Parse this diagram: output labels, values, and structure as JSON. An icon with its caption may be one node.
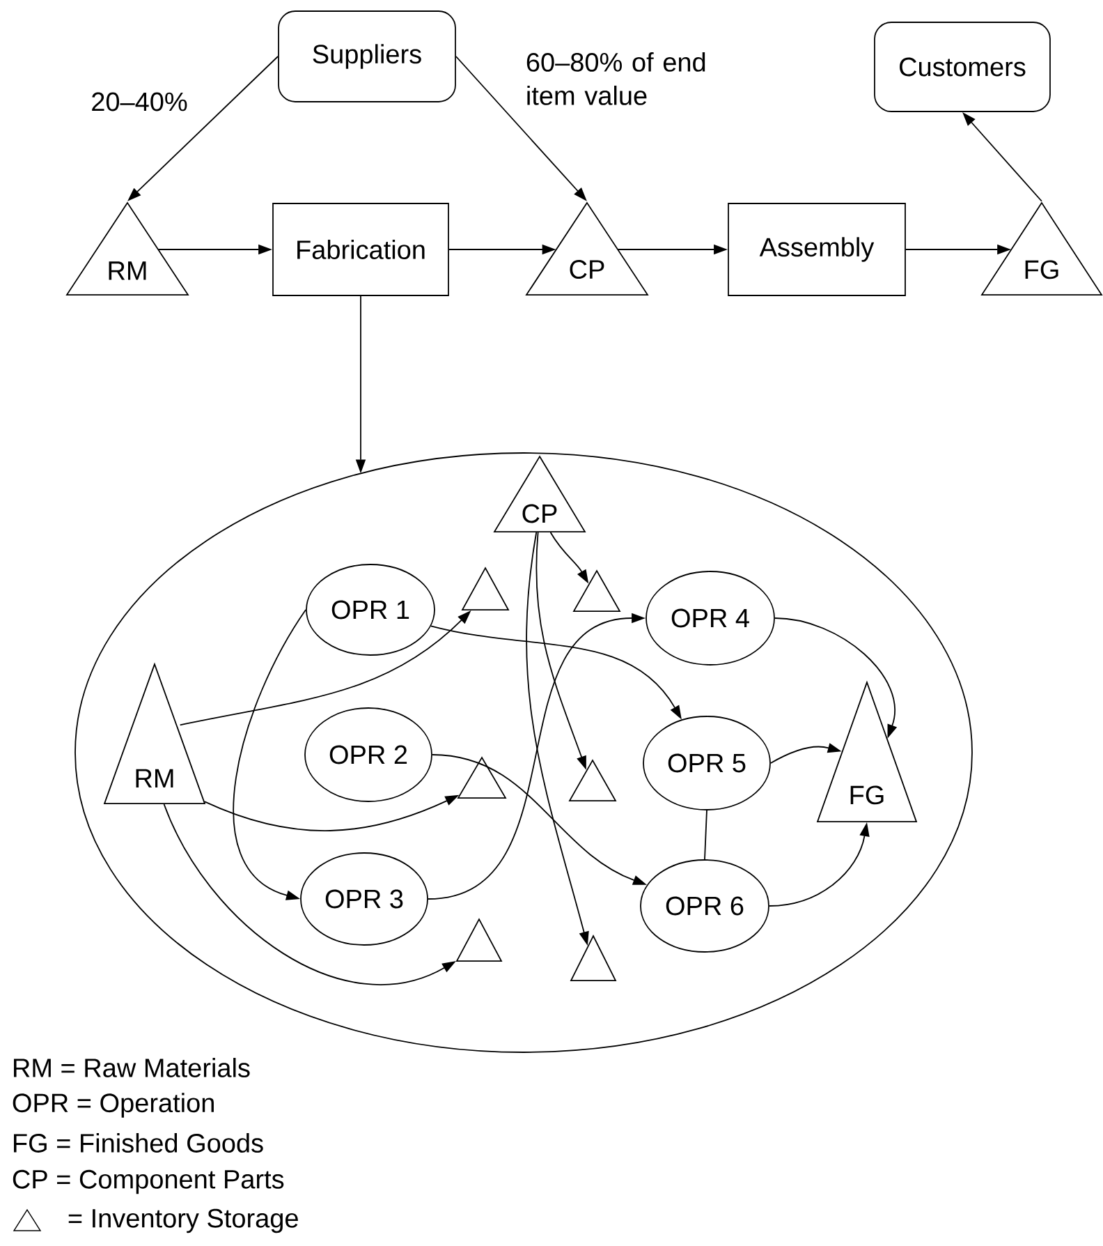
{
  "diagram": {
    "nodes": [
      {
        "text": [
          "Suppliers"
        ]
      },
      {
        "text": [
          "Customers"
        ]
      },
      {
        "text": [
          "RM"
        ]
      },
      {
        "text": [
          "Fabrication"
        ]
      },
      {
        "text": [
          "CP"
        ]
      },
      {
        "text": [
          "Assembly"
        ]
      },
      {
        "text": [
          "FG"
        ]
      },
      {
        "text": [],
        "shape": "ellipse"
      },
      {
        "text": [
          "CP"
        ],
        "in": 7
      },
      {
        "text": [
          "OPR 1"
        ],
        "in": 7
      },
      {
        "text": [],
        "shape": "triangle",
        "in": 7
      },
      {
        "text": [],
        "shape": "triangle",
        "in": 7
      },
      {
        "text": [
          "OPR 4"
        ],
        "in": 7
      },
      {
        "text": [
          "RM"
        ],
        "in": 7
      },
      {
        "text": [
          "OPR 2"
        ],
        "in": 7
      },
      {
        "text": [
          "OPR 5"
        ],
        "in": 7
      },
      {
        "text": [
          "FG"
        ],
        "in": 7
      },
      {
        "text": [],
        "shape": "triangle",
        "in": 7
      },
      {
        "text": [],
        "shape": "triangle",
        "in": 7
      },
      {
        "text": [
          "OPR 3"
        ],
        "in": 7
      },
      {
        "text": [
          "OPR 6"
        ],
        "in": 7
      },
      {
        "text": [],
        "shape": "triangle",
        "in": 7
      },
      {
        "text": [],
        "shape": "triangle",
        "in": 7
      }
    ],
    "edges": [
      {
        "from": 0,
        "to": 2,
        "arrow": "to",
        "label": "20–40%"
      },
      {
        "from": 0,
        "to": 4,
        "arrow": "to",
        "label": "60–80% of end item value"
      },
      {
        "from": 2,
        "to": 3,
        "arrow": "to"
      },
      {
        "from": 3,
        "to": 4,
        "arrow": "to"
      },
      {
        "from": 4,
        "to": 5,
        "arrow": "to"
      },
      {
        "from": 5,
        "to": 6,
        "arrow": "to"
      },
      {
        "from": 6,
        "to": 1,
        "arrow": "to"
      },
      {
        "from": 3,
        "to": 7,
        "arrow": "to"
      },
      {
        "from": 13,
        "to": 10,
        "arrow": "to"
      },
      {
        "from": 13,
        "to": 17,
        "arrow": "to"
      },
      {
        "from": 13,
        "to": 21,
        "arrow": "to"
      },
      {
        "from": 9,
        "to": 19,
        "arrow": "to"
      },
      {
        "from": 9,
        "to": 15,
        "arrow": "to"
      },
      {
        "from": 14,
        "to": 20,
        "arrow": "to"
      },
      {
        "from": 19,
        "to": 12,
        "arrow": "to"
      },
      {
        "from": 8,
        "to": 11,
        "arrow": "to"
      },
      {
        "from": 8,
        "to": 18,
        "arrow": "to"
      },
      {
        "from": 8,
        "to": 22,
        "arrow": "to"
      },
      {
        "from": 12,
        "to": 16,
        "arrow": "to"
      },
      {
        "from": 15,
        "to": 16,
        "arrow": "to"
      },
      {
        "from": 20,
        "to": 16,
        "arrow": "to"
      },
      {
        "from": 15,
        "to": 20,
        "arrow": "none"
      }
    ],
    "labels": [
      "RM = Raw Materials",
      "OPR = Operation",
      "FG = Finished Goods",
      "CP = Component Parts"
    ],
    "legend": [
      {
        "text": "= Inventory Storage"
      }
    ]
  }
}
